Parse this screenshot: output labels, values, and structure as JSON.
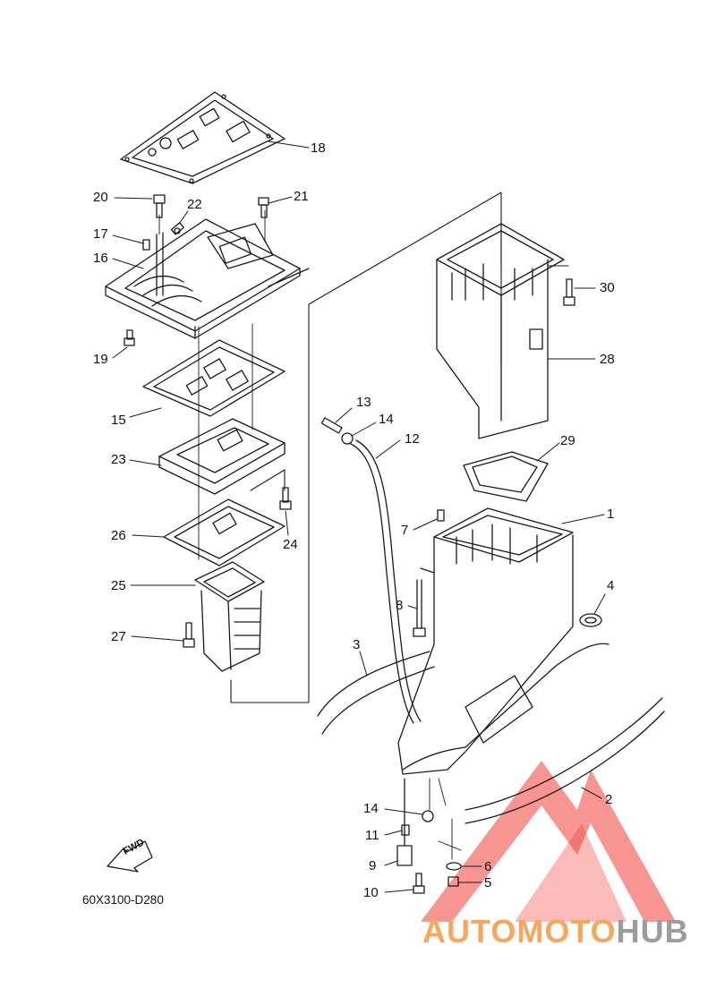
{
  "diagram": {
    "callouts": [
      {
        "id": "18",
        "label": "18"
      },
      {
        "id": "20",
        "label": "20"
      },
      {
        "id": "22",
        "label": "22"
      },
      {
        "id": "21",
        "label": "21"
      },
      {
        "id": "17",
        "label": "17"
      },
      {
        "id": "16",
        "label": "16"
      },
      {
        "id": "19",
        "label": "19"
      },
      {
        "id": "15",
        "label": "15"
      },
      {
        "id": "23",
        "label": "23"
      },
      {
        "id": "26",
        "label": "26"
      },
      {
        "id": "24",
        "label": "24"
      },
      {
        "id": "25",
        "label": "25"
      },
      {
        "id": "27",
        "label": "27"
      },
      {
        "id": "13",
        "label": "13"
      },
      {
        "id": "14a",
        "label": "14"
      },
      {
        "id": "12",
        "label": "12"
      },
      {
        "id": "30",
        "label": "30"
      },
      {
        "id": "28",
        "label": "28"
      },
      {
        "id": "29",
        "label": "29"
      },
      {
        "id": "7",
        "label": "7"
      },
      {
        "id": "1",
        "label": "1"
      },
      {
        "id": "4",
        "label": "4"
      },
      {
        "id": "8",
        "label": "8"
      },
      {
        "id": "3",
        "label": "3"
      },
      {
        "id": "2",
        "label": "2"
      },
      {
        "id": "14b",
        "label": "14"
      },
      {
        "id": "11",
        "label": "11"
      },
      {
        "id": "9",
        "label": "9"
      },
      {
        "id": "6",
        "label": "6"
      },
      {
        "id": "5",
        "label": "5"
      },
      {
        "id": "10",
        "label": "10"
      }
    ],
    "fwd_label": "FWD",
    "diagram_code": "60X3100-D280"
  },
  "watermark": {
    "part1": "AUTOMOTO",
    "part2": "HUB",
    "color1": "#f6a75e",
    "color2": "#9c9c9c",
    "logo_color": "#ef3e36"
  }
}
